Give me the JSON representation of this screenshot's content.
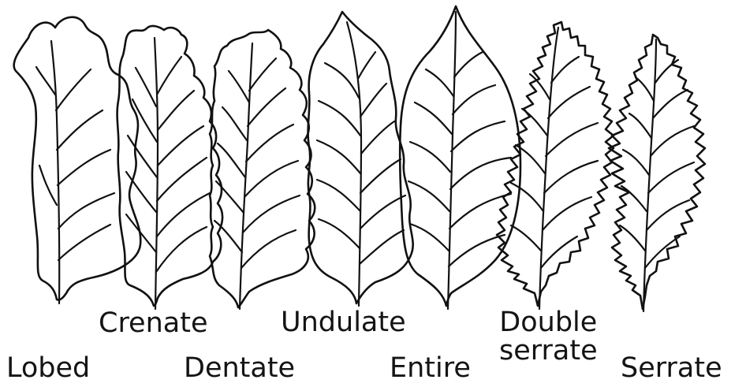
{
  "labels": {
    "lobed": "Lobed",
    "crenate": "Crenate",
    "dentate": "Dentate",
    "undulate": "Undulate",
    "entire": "Entire",
    "double_serrate": "Double\nserrate",
    "serrate": "Serrate"
  },
  "colors": {
    "ink": "#111111",
    "background": "#ffffff"
  }
}
